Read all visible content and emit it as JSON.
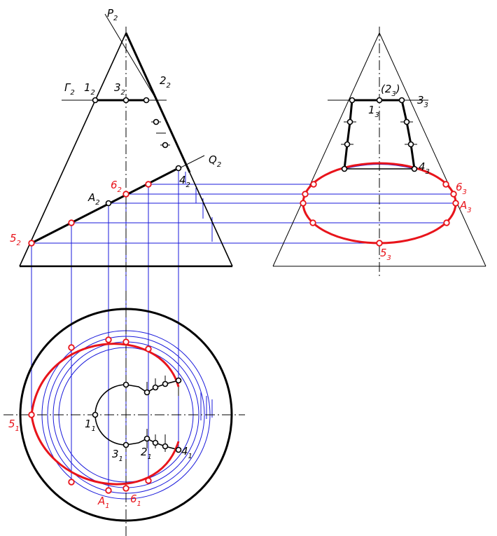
{
  "labels": {
    "P2": {
      "main": "P",
      "sub": "2"
    },
    "G2": {
      "main": "Г",
      "sub": "2"
    },
    "p1_2": {
      "main": "1",
      "sub": "2"
    },
    "p3_2": {
      "main": "3",
      "sub": "2"
    },
    "p2_2": {
      "main": "2",
      "sub": "2"
    },
    "Q2": {
      "main": "Q",
      "sub": "2"
    },
    "p4_2": {
      "main": "4",
      "sub": "2"
    },
    "p6_2": {
      "main": "6",
      "sub": "2"
    },
    "A2": {
      "main": "A",
      "sub": "2"
    },
    "p5_2": {
      "main": "5",
      "sub": "2"
    },
    "p2_3": {
      "main": "(2",
      "sub": "3",
      "tail": ")"
    },
    "p1_3": {
      "main": "1",
      "sub": "3"
    },
    "p3_3": {
      "main": "3",
      "sub": "3"
    },
    "p4_3": {
      "main": "4",
      "sub": "3"
    },
    "p6_3": {
      "main": "6",
      "sub": "3"
    },
    "A3": {
      "main": "A",
      "sub": "3"
    },
    "p5_3": {
      "main": "5",
      "sub": "3"
    },
    "p5_1": {
      "main": "5",
      "sub": "1"
    },
    "p1_1": {
      "main": "1",
      "sub": "1"
    },
    "p3_1": {
      "main": "3",
      "sub": "1"
    },
    "p2_1": {
      "main": "2",
      "sub": "1"
    },
    "p4_1": {
      "main": "4",
      "sub": "1"
    },
    "A1": {
      "main": "A",
      "sub": "1"
    },
    "p6_1": {
      "main": "6",
      "sub": "1"
    }
  },
  "colors": {
    "outline": "#000000",
    "section": "#e8141b",
    "construction": "#1a1adb"
  }
}
